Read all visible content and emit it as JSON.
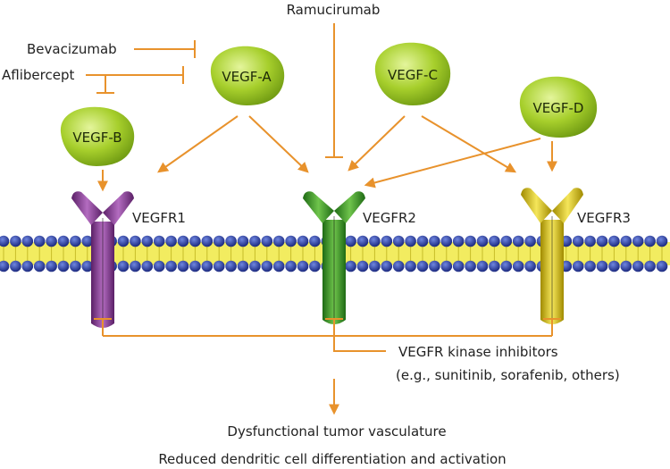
{
  "colors": {
    "arrow": "#e8922c",
    "ligand": "#a7cf2c",
    "vegfr1": "#8c3f98",
    "vegfr2": "#3c9a28",
    "vegfr3": "#d9c012",
    "membrane_head": "#2a3c9c",
    "membrane_core": "#f2ec60"
  },
  "drugs": {
    "ramucirumab": "Ramucirumab",
    "bevacizumab": "Bevacizumab",
    "aflibercept": "Aflibercept"
  },
  "ligands": {
    "vegf_a": "VEGF-A",
    "vegf_b": "VEGF-B",
    "vegf_c": "VEGF-C",
    "vegf_d": "VEGF-D"
  },
  "receptors": {
    "vegfr1": "VEGFR1",
    "vegfr2": "VEGFR2",
    "vegfr3": "VEGFR3"
  },
  "kinase_inhibitors": {
    "line1": "VEGFR kinase inhibitors",
    "line2": "(e.g., sunitinib, sorafenib, others)"
  },
  "outcomes": {
    "line1": "Dysfunctional tumor vasculature",
    "line2": "Reduced dendritic cell differentiation and activation"
  }
}
